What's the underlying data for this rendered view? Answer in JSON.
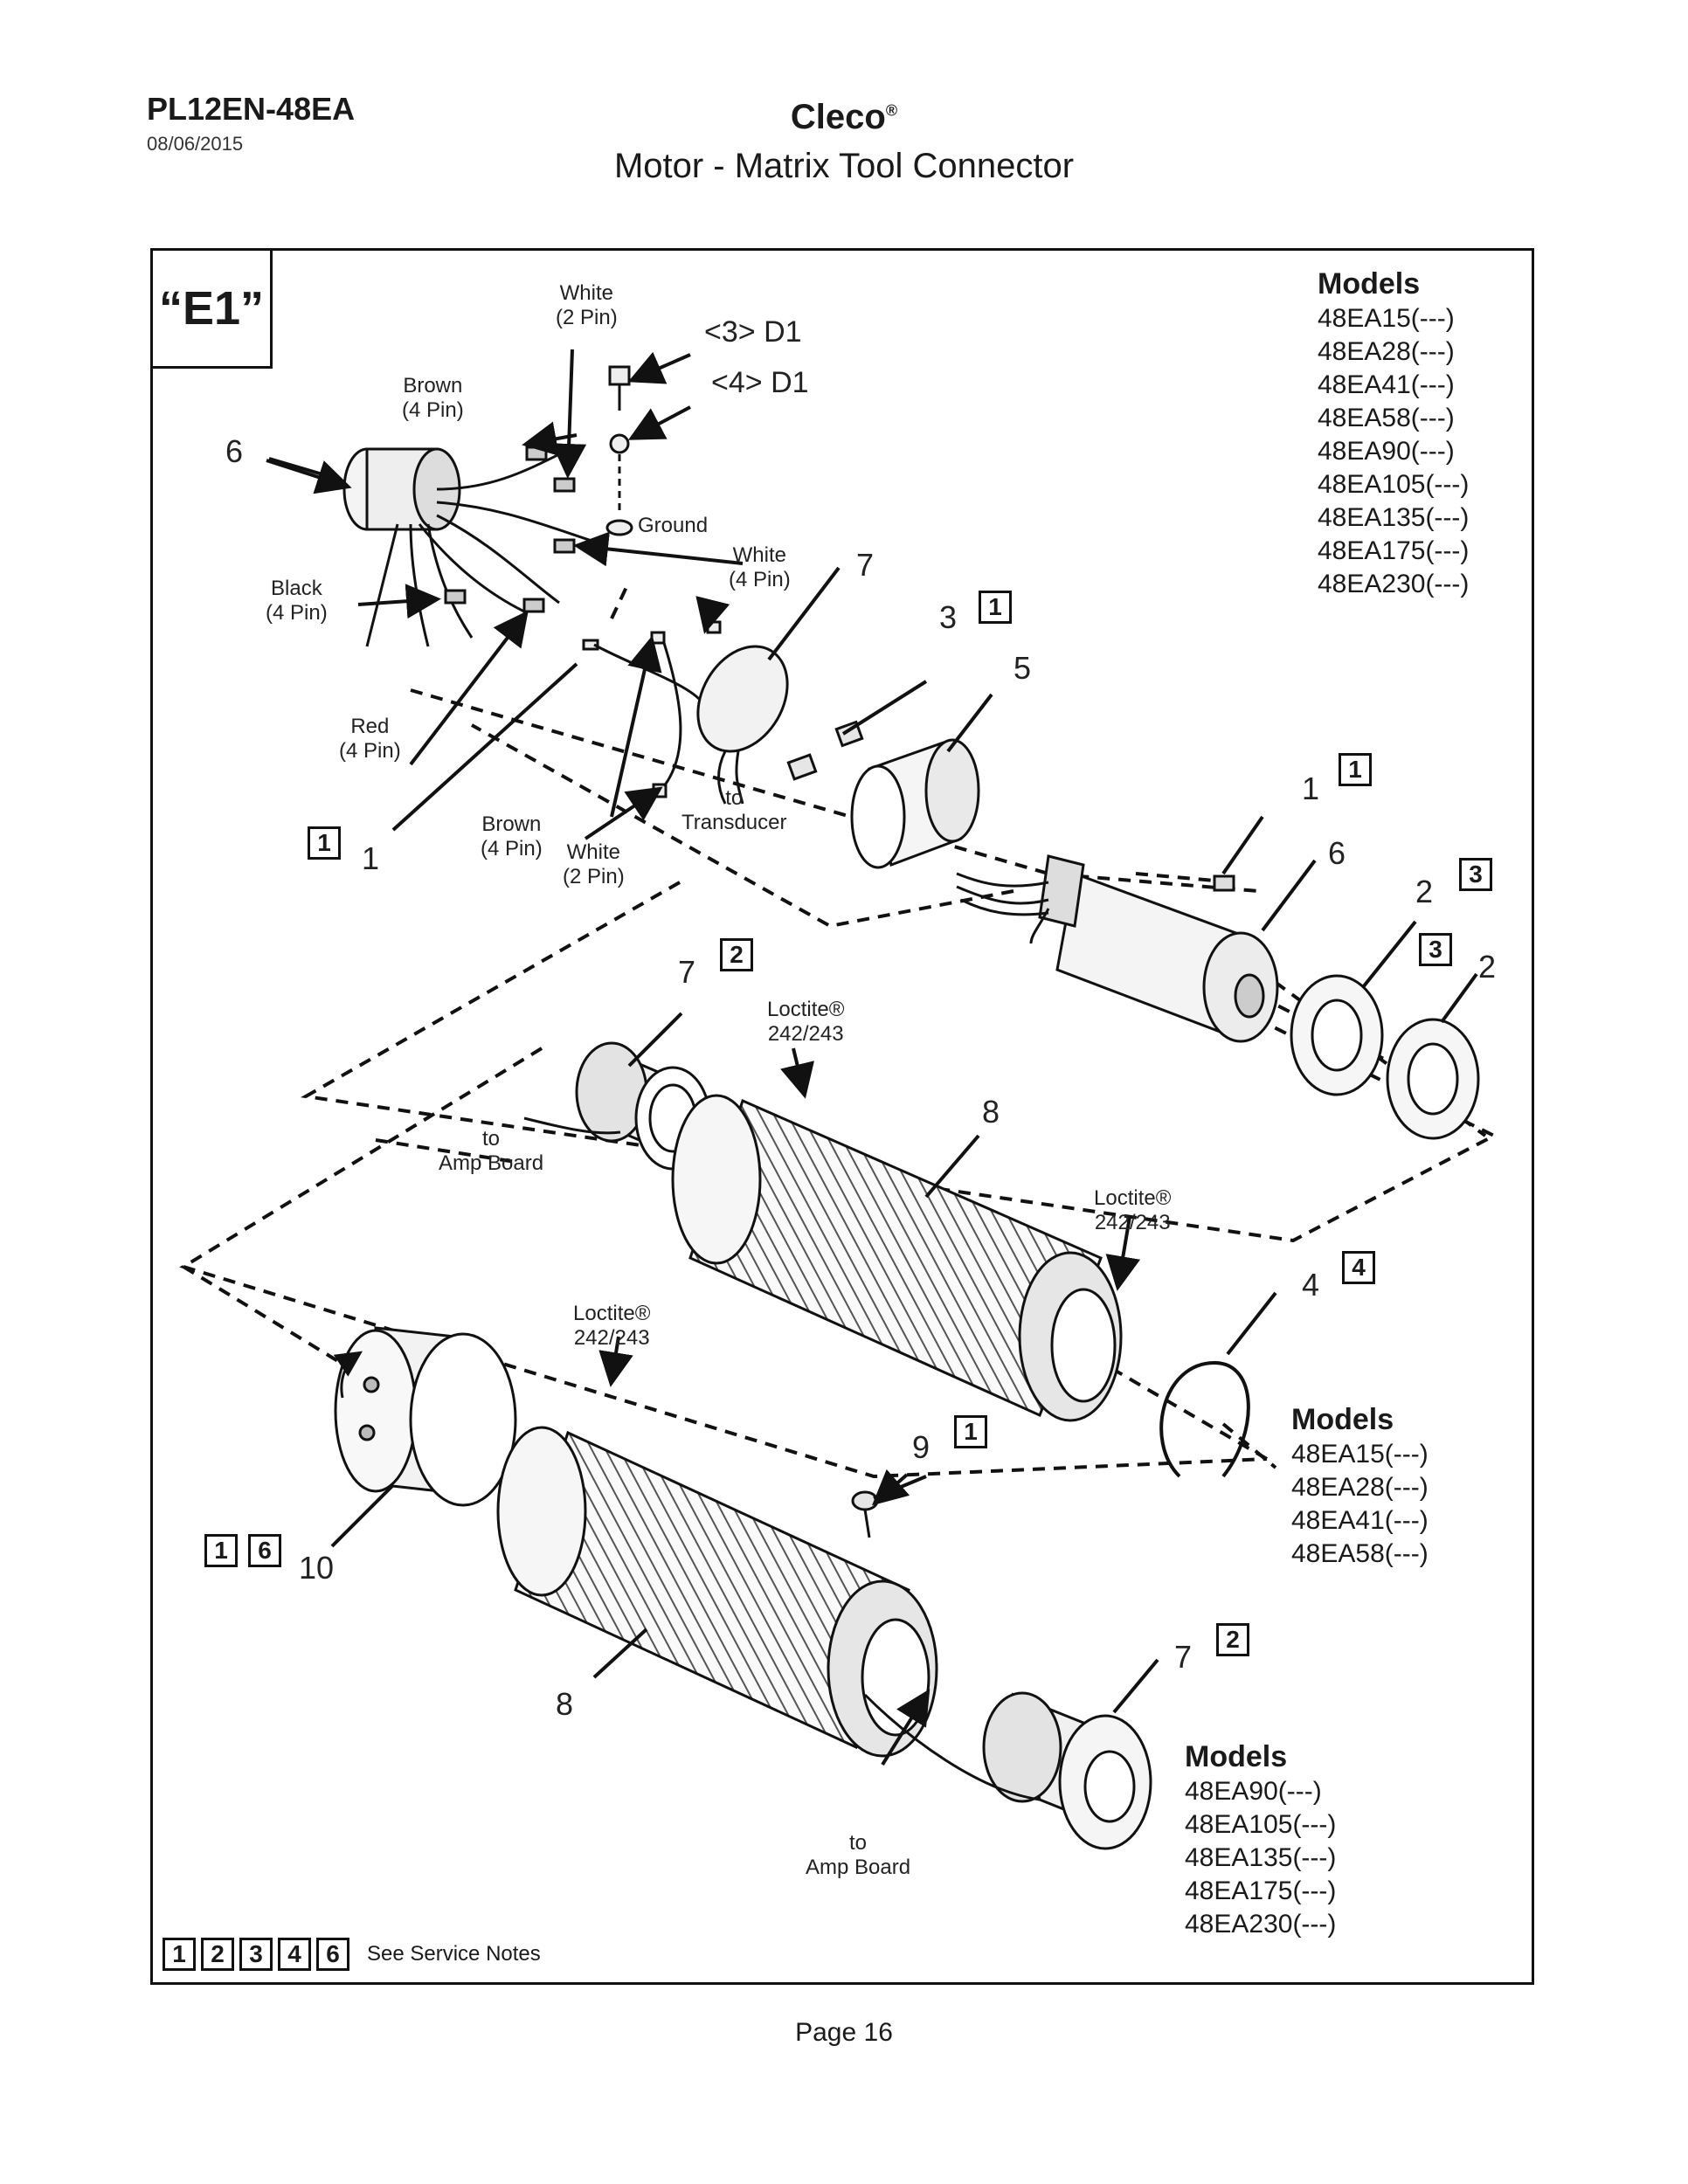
{
  "header": {
    "doc_id": "PL12EN-48EA",
    "date": "08/06/2015",
    "brand": "Cleco",
    "brand_mark": "®",
    "title": "Motor - Matrix Tool Connector"
  },
  "figure_tag": "“E1”",
  "models_groups": [
    {
      "heading": "Models",
      "items": [
        "48EA15(---)",
        "48EA28(---)",
        "48EA41(---)",
        "48EA58(---)",
        "48EA90(---)",
        "48EA105(---)",
        "48EA135(---)",
        "48EA175(---)",
        "48EA230(---)"
      ]
    },
    {
      "heading": "Models",
      "items": [
        "48EA15(---)",
        "48EA28(---)",
        "48EA41(---)",
        "48EA58(---)"
      ]
    },
    {
      "heading": "Models",
      "items": [
        "48EA90(---)",
        "48EA105(---)",
        "48EA135(---)",
        "48EA175(---)",
        "48EA230(---)"
      ]
    }
  ],
  "callouts": {
    "white_2pin_top": "White\n(2 Pin)",
    "brown_4pin_top": "Brown\n(4 Pin)",
    "d1_3": "<3> D1",
    "d1_4": "<4> D1",
    "ground": "Ground",
    "white_4pin": "White\n(4 Pin)",
    "black_4pin": "Black\n(4 Pin)",
    "red_4pin": "Red\n(4 Pin)",
    "brown_4pin_bottom": "Brown\n(4 Pin)",
    "white_2pin_bottom": "White\n(2 Pin)",
    "to_transducer": "to\nTransducer",
    "to_amp_board_upper": "to\nAmp Board",
    "to_amp_board_lower": "to\nAmp Board",
    "loctite_1": "Loctite®\n242/243",
    "loctite_2": "Loctite®\n242/243",
    "loctite_3": "Loctite®\n242/243"
  },
  "part_numbers": {
    "p6_top": "6",
    "p7_top": "7",
    "p3": "3",
    "p5": "5",
    "p1_right": "1",
    "p6_right": "6",
    "p2_a": "2",
    "p2_b": "2",
    "p1_left": "1",
    "p7_mid": "7",
    "p8_upper": "8",
    "p4": "4",
    "p9": "9",
    "p10": "10",
    "p8_lower": "8",
    "p7_lower": "7"
  },
  "note_boxes": {
    "b_p3": "1",
    "b_p1_right": "1",
    "b_p2_a": "3",
    "b_p2_b": "3",
    "b_p1_left": "1",
    "b_p7_mid": "2",
    "b_p4": "4",
    "b_p9": "1",
    "b_p10_a": "1",
    "b_p10_b": "6",
    "b_p7_lower": "2"
  },
  "service_notes": {
    "boxes": [
      "1",
      "2",
      "3",
      "4",
      "6"
    ],
    "text": "See Service Notes"
  },
  "footer": {
    "page": "Page 16"
  }
}
